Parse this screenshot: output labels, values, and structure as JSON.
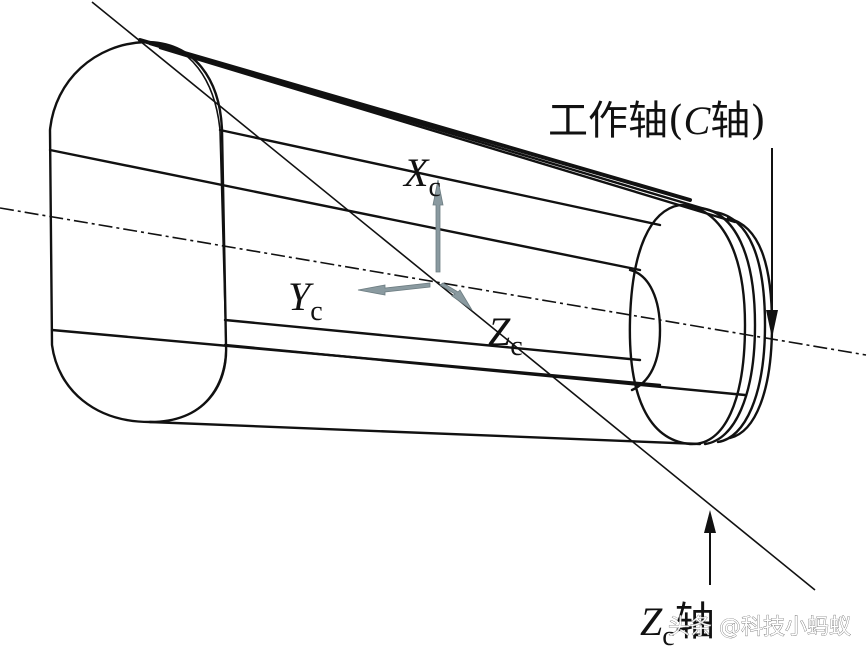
{
  "labels": {
    "work_axis_text": "工作轴(",
    "work_axis_c": "C",
    "work_axis_end": "轴)",
    "xc_letter": "X",
    "xc_sub": "c",
    "yc_letter": "Y",
    "yc_sub": "c",
    "zc_letter": "Z",
    "zc_sub": "c",
    "zc_axis_letter": "Z",
    "zc_axis_sub": "c",
    "zc_axis_text": "轴"
  },
  "watermark": {
    "text": "头条 @科技小蚂蚁"
  },
  "colors": {
    "ink": "#111111",
    "coord_arrow": "#8a9aa0",
    "background": "#ffffff"
  }
}
